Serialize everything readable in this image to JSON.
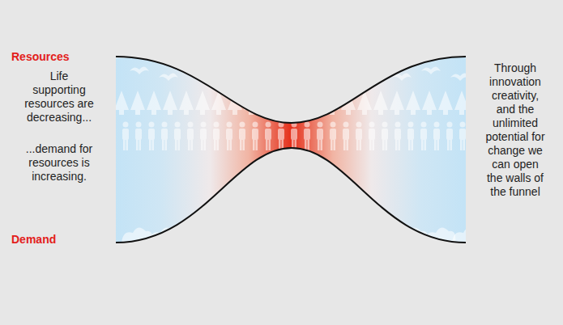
{
  "diagram": {
    "labels": [
      "Resources",
      "Life supporting resources are decreasing...",
      "...demand for resources is increasing.",
      "Demand",
      "Through innovation creativity, and the unlimited potential for change we can open the walls of the funnel"
    ]
  }
}
